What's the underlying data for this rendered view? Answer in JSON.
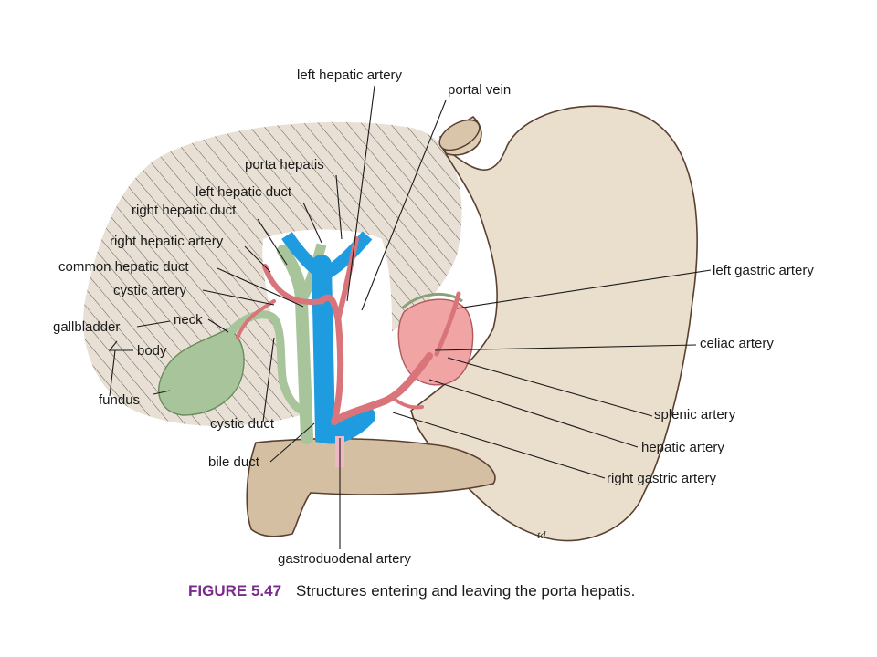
{
  "labels": {
    "left_hepatic_artery": "left hepatic artery",
    "portal_vein": "portal vein",
    "porta_hepatis": "porta hepatis",
    "left_hepatic_duct": "left hepatic duct",
    "right_hepatic_duct": "right hepatic duct",
    "right_hepatic_artery": "right hepatic artery",
    "common_hepatic_duct": "common hepatic duct",
    "cystic_artery": "cystic artery",
    "gallbladder": "gallbladder",
    "neck": "neck",
    "body": "body",
    "fundus": "fundus",
    "cystic_duct": "cystic duct",
    "bile_duct": "bile duct",
    "gastroduodenal_artery": "gastroduodenal artery",
    "left_gastric_artery": "left gastric artery",
    "celiac_artery": "celiac artery",
    "splenic_artery": "splenic artery",
    "hepatic_artery": "hepatic artery",
    "right_gastric_artery": "right gastric artery"
  },
  "signature": "td",
  "caption": {
    "figure_number": "FIGURE 5.47",
    "text": "Structures entering and leaving the porta hepatis."
  },
  "colors": {
    "liver": "#e8e0d4",
    "stomach": "#eadfcd",
    "duodenum": "#d4bfa3",
    "bile_ducts": "#a8c49a",
    "portal_vein": "#1f9ce0",
    "arteries": "#d9757a",
    "celiac_trunk": "#f0a4a4",
    "caption_number": "#7a2a8c"
  }
}
